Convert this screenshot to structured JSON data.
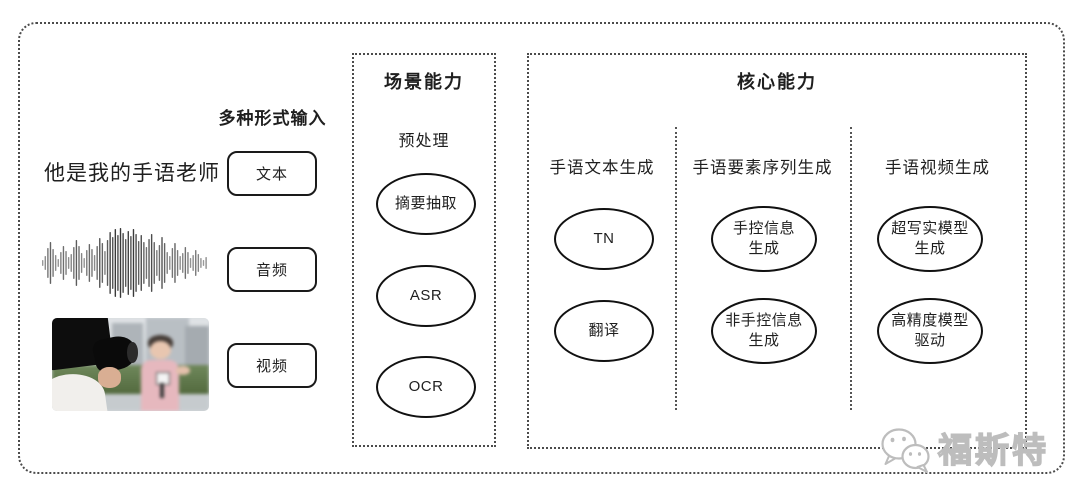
{
  "diagram": {
    "input": {
      "header": "多种形式输入",
      "sample_sentence": "他是我的手语老师",
      "text_label": "文本",
      "audio_label": "音频",
      "video_label": "视频"
    },
    "scene": {
      "title": "场景能力",
      "subtitle": "预处理",
      "node_summary": "摘要抽取",
      "node_asr": "ASR",
      "node_ocr": "OCR"
    },
    "core": {
      "title": "核心能力",
      "col1": {
        "header": "手语文本生成",
        "node1": "TN",
        "node2": "翻译"
      },
      "col2": {
        "header": "手语要素序列生成",
        "node1": "手控信息\n生成",
        "node2": "非手控信息\n生成"
      },
      "col3": {
        "header": "手语视频生成",
        "node1": "超写实模型\n生成",
        "node2": "高精度模型\n驱动"
      }
    },
    "watermark": {
      "text": "福斯特",
      "icon": "chat-bubbles-icon"
    },
    "colors": {
      "ink": "#1f1f1f",
      "solid_border": "#1a1a1a",
      "dotted_border": "#4b4b4b",
      "watermark_gray": "#bdbdbd",
      "background": "#ffffff"
    },
    "waveform": {
      "bars": [
        3,
        7,
        15,
        21,
        14,
        8,
        4,
        11,
        17,
        12,
        6,
        9,
        16,
        23,
        17,
        10,
        5,
        13,
        19,
        14,
        8,
        17,
        25,
        20,
        12,
        23,
        31,
        26,
        34,
        28,
        35,
        30,
        24,
        32,
        27,
        34,
        29,
        22,
        28,
        21,
        16,
        24,
        29,
        21,
        13,
        18,
        26,
        20,
        11,
        7,
        15,
        20,
        13,
        7,
        10,
        16,
        11,
        5,
        8,
        13,
        9,
        5,
        3,
        6
      ]
    }
  }
}
